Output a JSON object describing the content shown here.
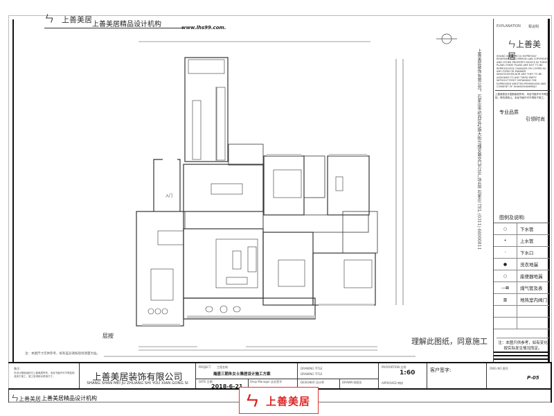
{
  "header": {
    "logo_text": "上善美居",
    "title": "上善美居精品设计机构",
    "url": "www.lhs99.com."
  },
  "right_panel": {
    "explanation": "EXPLANATION",
    "explanation_cn": "释说明",
    "logo_text": "上善美居",
    "copyright": "SHANG SHAN MEI JU EXPRESSLY RESERVES ITS COMMON LAW COPYRIGHT AND OTHER PROPERTY RIGHTS IN THESE PLANS.THESE PLANS ARE NOT TO BE REPRODUCED CHANGED OR COPIED IN ANY FORM OR MANNER WHATSOEVER,NOR ARE THEY TO BE ASSIGNED TO ANY THIRD PARTY WITHOUT FIRST OBTAINING THE EXPRESSED WRITTEN PERMISSION AND CONSENT OF SHANGSHANMEIJU",
    "copyright_cn": "上善美居设计图册版权所有，未经书面许可不得复制、修改或转让。未经书面许可不得用于施工。",
    "slogan1": "专业品质",
    "slogan2": "引领时尚",
    "legend_title": "图例及说明:",
    "legend": [
      {
        "symbol": "○",
        "label": "下水管"
      },
      {
        "symbol": "•",
        "label": "上水管"
      },
      {
        "symbol": "·",
        "label": "下水口"
      },
      {
        "symbol": "●",
        "label": "洗衣地漏"
      },
      {
        "symbol": "○",
        "label": "座便器地漏"
      },
      {
        "symbol": "—⊠",
        "label": "煤气管及表"
      },
      {
        "symbol": "▥",
        "label": "地热室内阀门"
      }
    ],
    "note": "注：本图只供参考，如有变化按实际发生情况而定。"
  },
  "vertical_text": "上善美居装饰有限公司，石家庄市桥西区红旗大街与槐安路交口万达广场4层  石家庄  TEL (0311) 66000811",
  "plan": {
    "entry_label": "入门",
    "partial_label": "层按",
    "agree_text": "理解此图纸，同意施工",
    "note": "注：本图尺寸仅供参考，如有差异请按现场测量为准。"
  },
  "title_block": {
    "note_title": "备注:",
    "note_text": "本设计图纸版权归上善美居所有，未经书面许可不得复制或用于施工，施工前请核对现场尺寸。",
    "company": "上善美居装饰有限公司",
    "company_en": "SHANG SHAN MEI JU ZHUANG SHI YOU XIAN GONG SI",
    "project_label": "PROJECT",
    "project_cn": "工程名称",
    "project_name": "瀚唐三期朱女士雅居设计施工方案",
    "date_label": "DATE  日期",
    "date": "2018-6-21",
    "manager_label": "Shop Manager  店长签字",
    "drawing_title_label": "DRAWING TITLE",
    "designer_label": "DESIGNER  设计师",
    "drawn_label": "DRAWN  绘图员",
    "proportion_label": "PROPORTION  比例",
    "scale": "1:60",
    "approved_label": "APPROVED  审核",
    "client_sign": "客户签字:",
    "dwg_no_label": "DWG.NO  图号",
    "dwg_no": "P-05"
  },
  "footer": {
    "logo_text": "上善美居",
    "title": "上善美居精品设计机构"
  },
  "stamp": {
    "logo": "ㄣ",
    "text": "上善美居"
  },
  "colors": {
    "stamp": "#d22222",
    "line": "#333333"
  }
}
